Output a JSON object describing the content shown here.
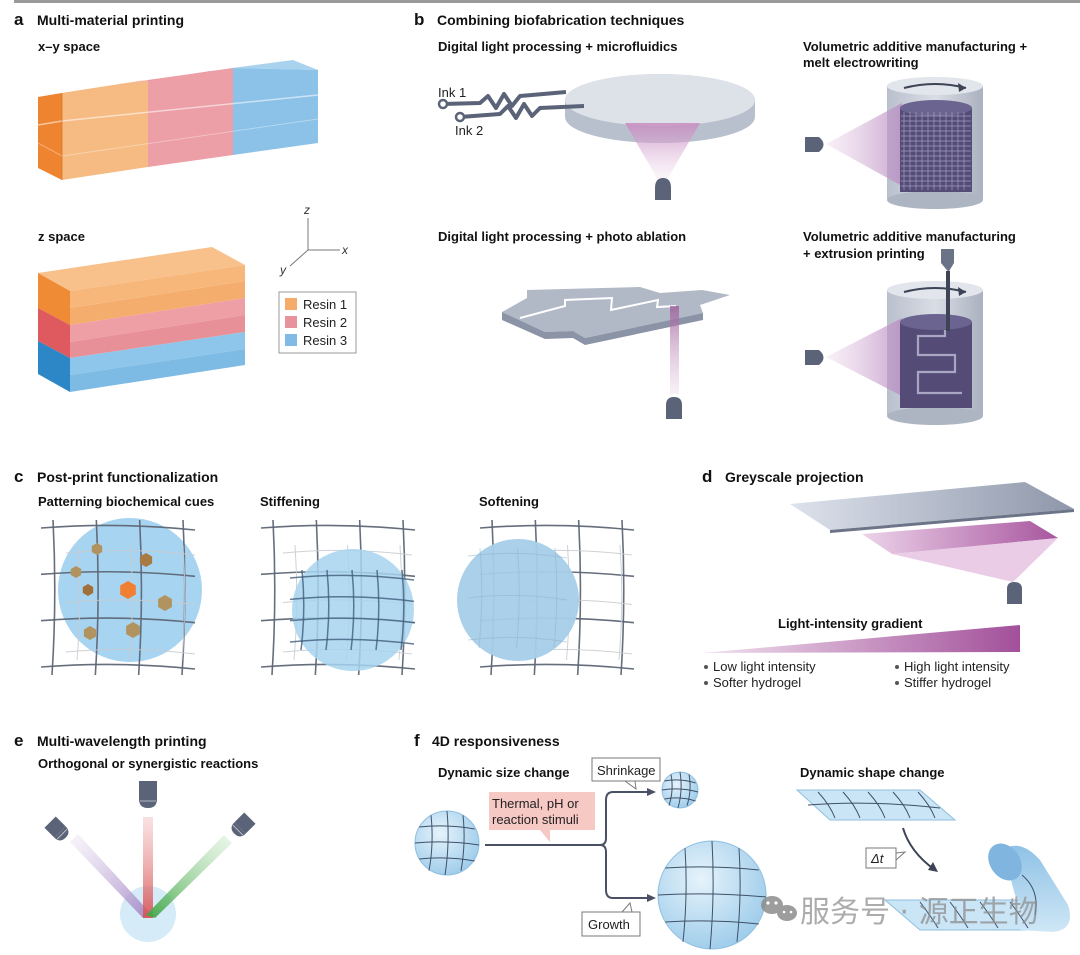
{
  "panels": {
    "a": {
      "letter": "a",
      "title": "Multi-material printing",
      "xy_label": "x–y space",
      "z_label": "z space",
      "axes": {
        "z": "z",
        "x": "x",
        "y": "y"
      },
      "legend": [
        {
          "label": "Resin 1",
          "color": "#f5ac6b"
        },
        {
          "label": "Resin 2",
          "color": "#e8939b"
        },
        {
          "label": "Resin 3",
          "color": "#7fbbe4"
        }
      ]
    },
    "b": {
      "letter": "b",
      "title": "Combining biofabrication techniques",
      "sub1": "Digital light processing + microfluidics",
      "ink1": "Ink 1",
      "ink2": "Ink 2",
      "sub2_line1": "Volumetric additive manufacturing +",
      "sub2_line2": "melt electrowriting",
      "sub3": "Digital light processing + photo ablation",
      "sub4_line1": "Volumetric additive manufacturing",
      "sub4_line2": "+ extrusion printing"
    },
    "c": {
      "letter": "c",
      "title": "Post-print functionalization",
      "sub1": "Patterning biochemical cues",
      "sub2": "Stiffening",
      "sub3": "Softening"
    },
    "d": {
      "letter": "d",
      "title": "Greyscale projection",
      "gradient_label": "Light-intensity gradient",
      "low1": "Low light intensity",
      "low2": "Softer hydrogel",
      "high1": "High light intensity",
      "high2": "Stiffer hydrogel"
    },
    "e": {
      "letter": "e",
      "title": "Multi-wavelength printing",
      "sub": "Orthogonal or synergistic reactions"
    },
    "f": {
      "letter": "f",
      "title": "4D responsiveness",
      "size_change": "Dynamic size change",
      "stimuli_line1": "Thermal, pH or",
      "stimuli_line2": "reaction stimuli",
      "shrinkage": "Shrinkage",
      "growth": "Growth",
      "shape_change": "Dynamic shape change",
      "delta_t": "Δt"
    }
  },
  "watermark": "服务号 · 源正生物",
  "colors": {
    "resin1": "#f5ac6b",
    "resin2": "#e8939b",
    "resin3": "#7fbbe4",
    "device": "#5b6378",
    "light": "#b565a7",
    "gel": "#a9d4ef",
    "mesh": "#5e6675"
  }
}
